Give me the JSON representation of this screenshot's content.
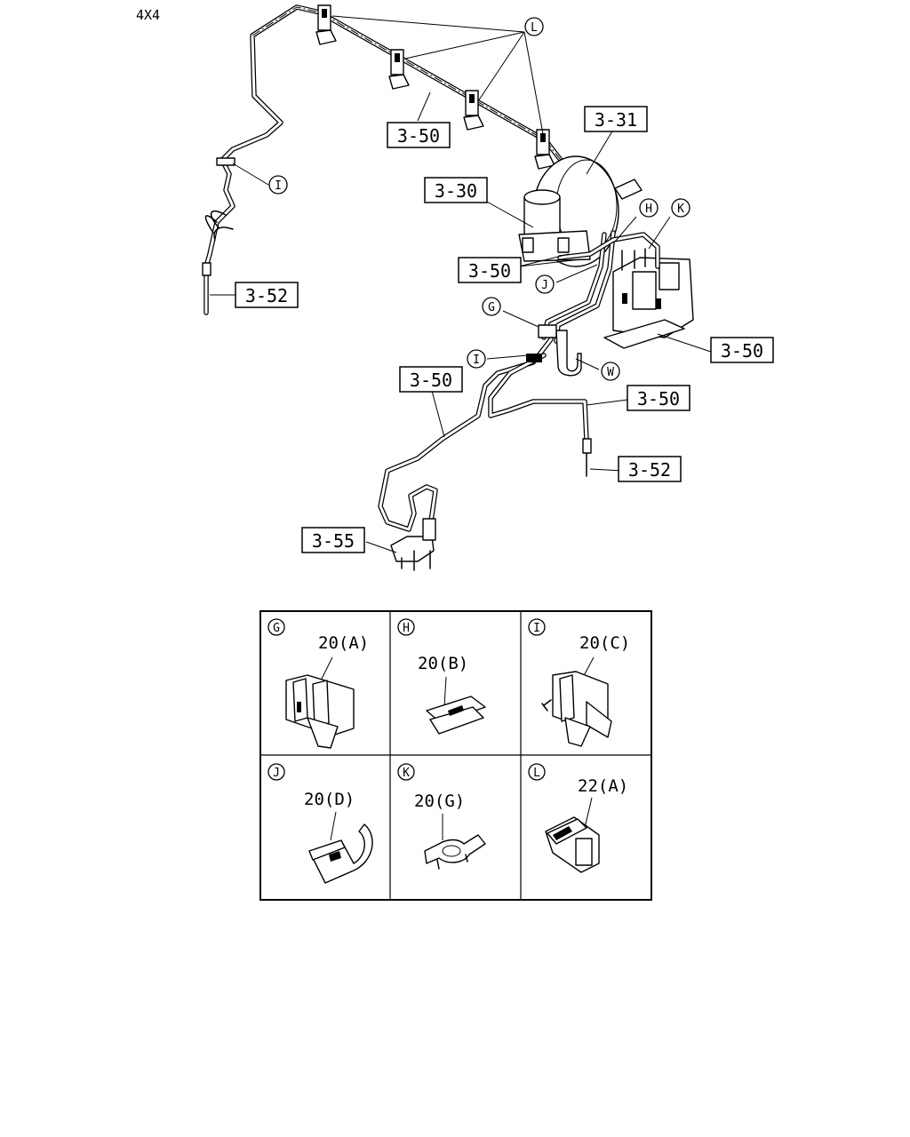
{
  "heading": "4X4",
  "callouts": [
    {
      "id": "c-3-50-a",
      "label": "3-50"
    },
    {
      "id": "c-3-31",
      "label": "3-31"
    },
    {
      "id": "c-3-30",
      "label": "3-30"
    },
    {
      "id": "c-3-50-b",
      "label": "3-50"
    },
    {
      "id": "c-3-52-a",
      "label": "3-52"
    },
    {
      "id": "c-3-50-c",
      "label": "3-50"
    },
    {
      "id": "c-3-50-d",
      "label": "3-50"
    },
    {
      "id": "c-3-50-e",
      "label": "3-50"
    },
    {
      "id": "c-3-52-b",
      "label": "3-52"
    },
    {
      "id": "c-3-55",
      "label": "3-55"
    }
  ],
  "markers": {
    "L": "L",
    "I1": "I",
    "H": "H",
    "K": "K",
    "J": "J",
    "G": "G",
    "I2": "I",
    "W": "W"
  },
  "legend": [
    {
      "letter": "G",
      "part": "20(A)"
    },
    {
      "letter": "H",
      "part": "20(B)"
    },
    {
      "letter": "I",
      "part": "20(C)"
    },
    {
      "letter": "J",
      "part": "20(D)"
    },
    {
      "letter": "K",
      "part": "20(G)"
    },
    {
      "letter": "L",
      "part": "22(A)"
    }
  ]
}
